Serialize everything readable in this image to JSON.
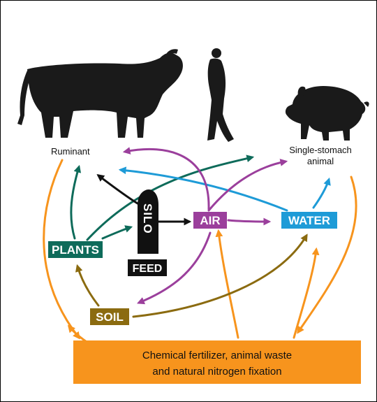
{
  "labels": {
    "ruminant": "Ruminant",
    "single_stomach_line1": "Single-stomach",
    "single_stomach_line2": "animal",
    "silo": "SILO",
    "feed": "FEED",
    "air": "AIR",
    "water": "WATER",
    "plants": "PLANTS",
    "soil": "SOIL",
    "source_line1": "Chemical fertilizer, animal waste",
    "source_line2": "and natural nitrogen fixation"
  },
  "colors": {
    "orange": "#F7941D",
    "green": "#0E6B5A",
    "purple": "#9B3F9C",
    "blue": "#1E9BD7",
    "olive": "#8B6B10",
    "black": "#111111",
    "silhouette": "#1a1a1a"
  },
  "icons": [
    "cow-silhouette",
    "person-silhouette",
    "pig-silhouette",
    "silo-icon"
  ]
}
